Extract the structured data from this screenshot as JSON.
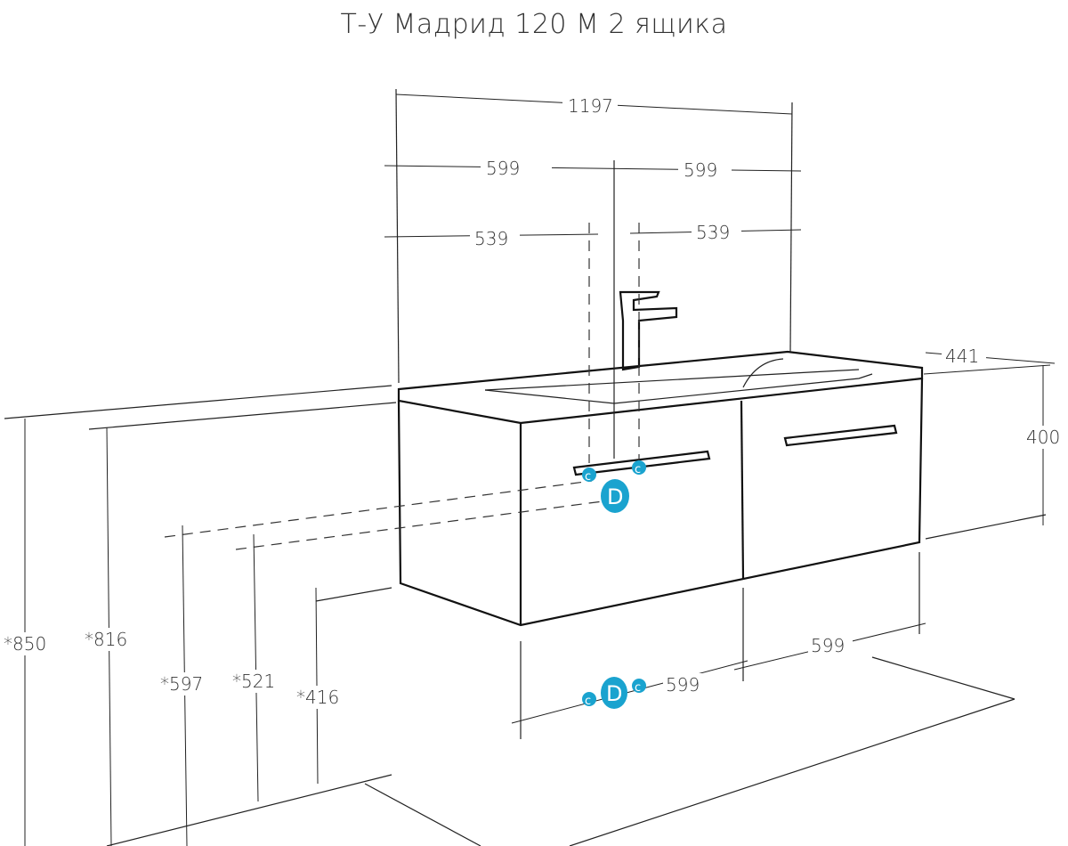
{
  "title": "Т-У Мадрид 120 М  2 ящика",
  "dimensions": {
    "total_width": "1197",
    "half_left": "599",
    "half_right": "599",
    "offset_left": "539",
    "offset_right": "539",
    "depth": "441",
    "height": "400",
    "drawer_width_left": "599",
    "drawer_width_right": "599",
    "h850": "*850",
    "h816": "*816",
    "h597": "*597",
    "h521": "*521",
    "h416": "*416"
  },
  "markers": {
    "d": "D",
    "c": "c"
  },
  "colors": {
    "marker": "#1aa3cf",
    "line": "#222222"
  }
}
